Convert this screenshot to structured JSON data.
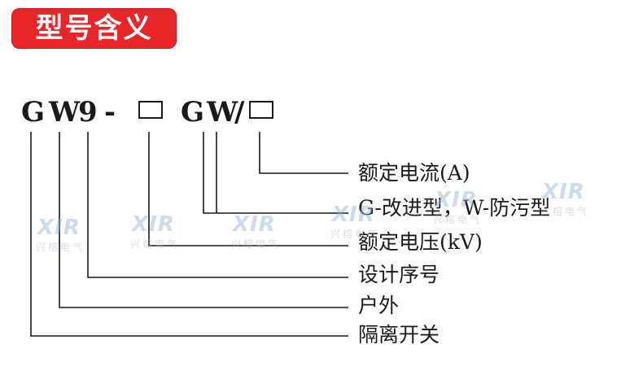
{
  "title": "型号含义",
  "model_code": {
    "chars": [
      "G",
      "W",
      "9",
      "-",
      "G",
      "W",
      "/"
    ]
  },
  "labels": [
    "额定电流(A)",
    "G-改进型，W-防污型",
    "额定电压(kV)",
    "设计序号",
    "户外",
    "隔离开关"
  ],
  "watermark": {
    "logo": "XIR",
    "name": "兴榕电气"
  },
  "colors": {
    "title_bg": "#e8262a",
    "title_text": "#ffffff",
    "ink": "#1a1a1a",
    "watermark": "#8fb3d6"
  }
}
